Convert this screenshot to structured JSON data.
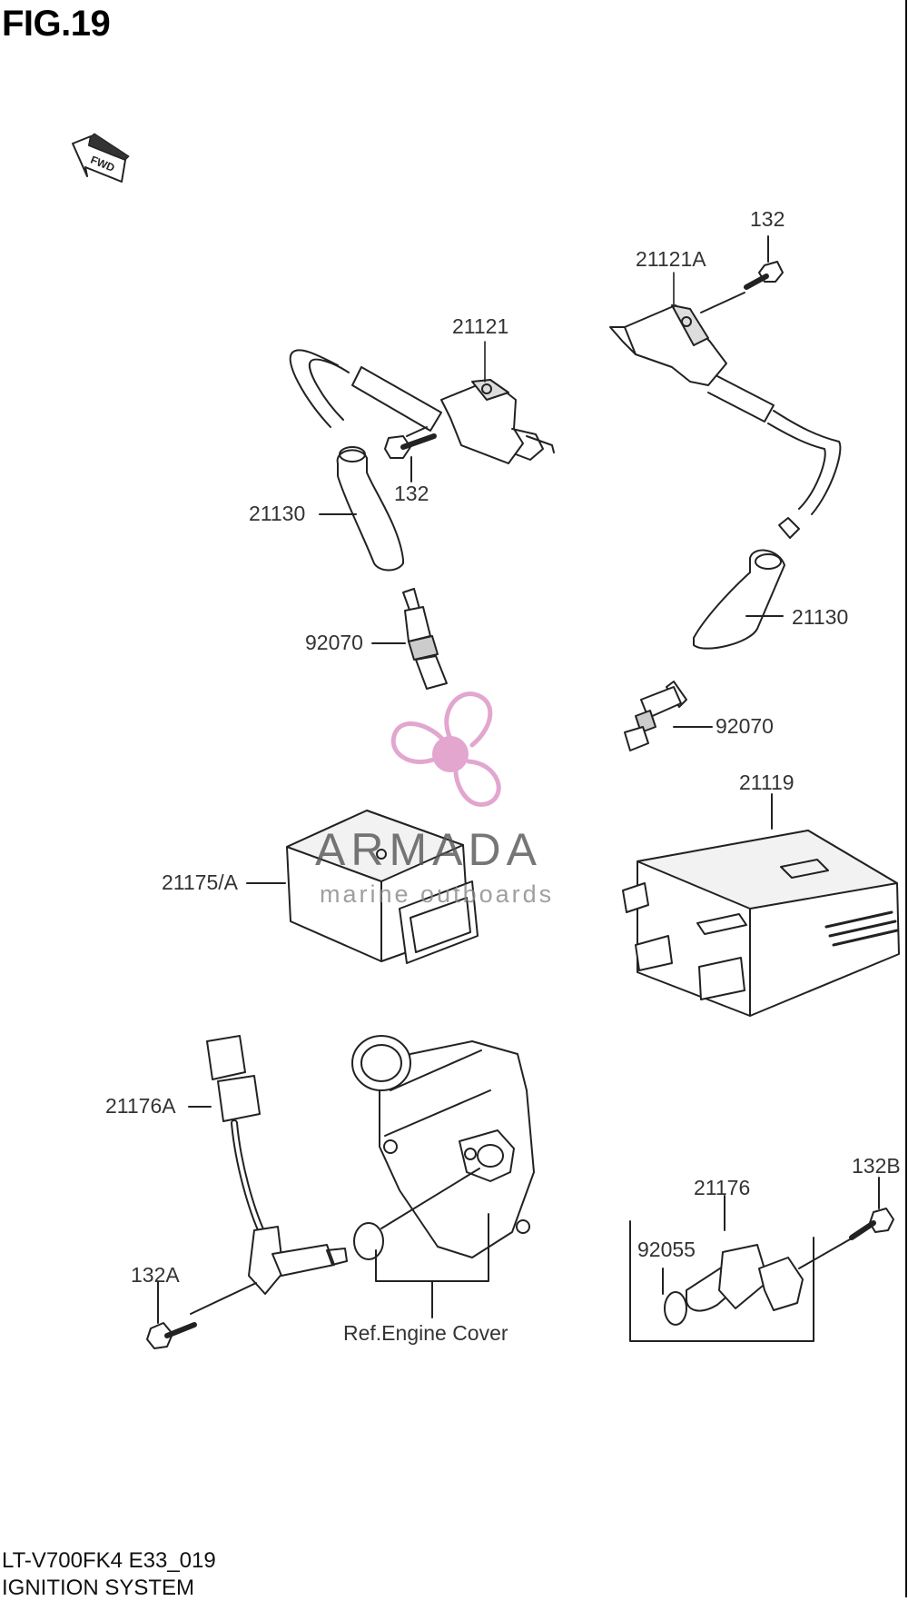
{
  "figure": {
    "title": "FIG.19",
    "model_code": "LT-V700FK4 E33_019",
    "system_title": "IGNITION SYSTEM",
    "direction_marker": "FWD"
  },
  "callouts": {
    "c132_top": "132",
    "c21121A": "21121A",
    "c21121": "21121",
    "c132_mid": "132",
    "c21130_left": "21130",
    "c92070_left": "92070",
    "c21130_right": "21130",
    "c92070_right": "92070",
    "c21119": "21119",
    "c21175A": "21175/A",
    "c21176A": "21176A",
    "c132A": "132A",
    "c132B": "132B",
    "c21176": "21176",
    "c92055": "92055",
    "ref_engine_cover": "Ref.Engine Cover"
  },
  "watermark": {
    "name": "ARMADA",
    "tagline": "marine outboards",
    "logo_icon": "propeller-icon",
    "logo_color": "#e2a6cf"
  }
}
